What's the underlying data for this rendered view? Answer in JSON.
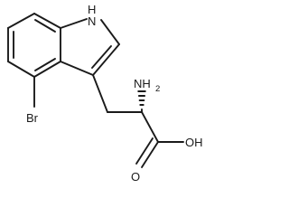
{
  "structure": {
    "atoms": {
      "nh": "H",
      "nh_n": "N",
      "br": "Br",
      "nh2": "NH",
      "nh2_sub": "2",
      "oh": "OH",
      "o": "O"
    },
    "stereo_bond": "hashed-wedge"
  }
}
